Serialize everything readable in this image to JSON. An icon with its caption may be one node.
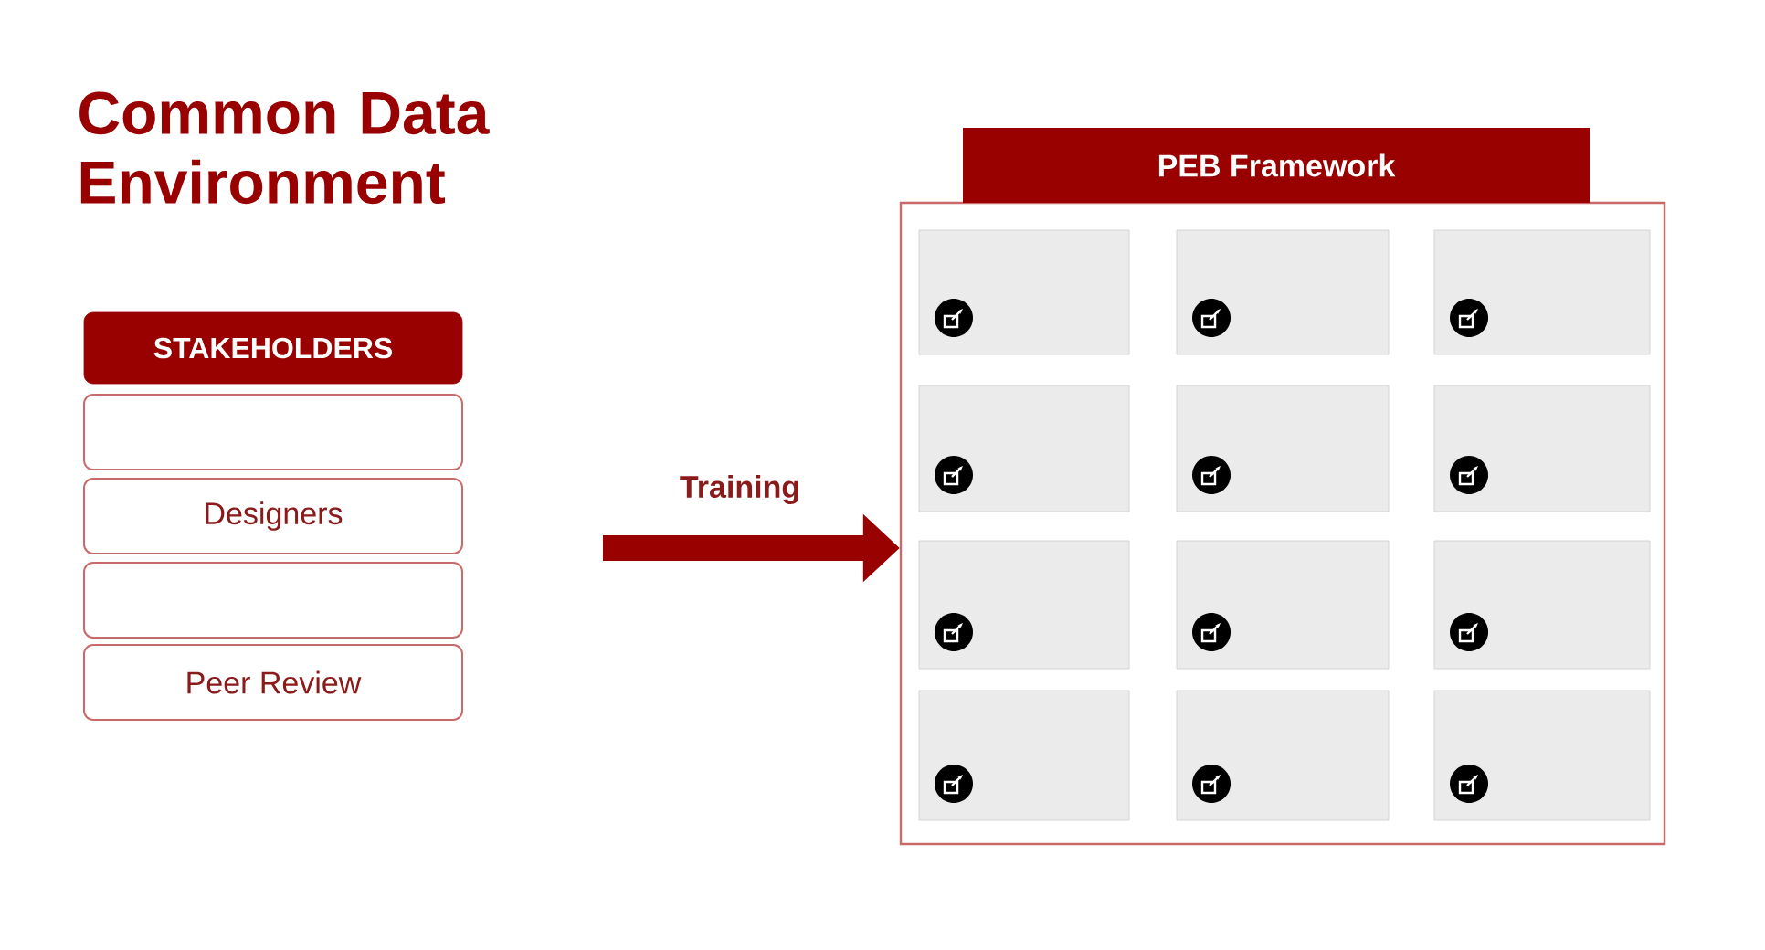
{
  "diagram": {
    "title": "Common Data Environment",
    "nodes": [
      {
        "text": [
          "STAKEHOLDERS"
        ]
      },
      {
        "text": [],
        "shape": "box"
      },
      {
        "text": [
          "Designers"
        ]
      },
      {
        "text": [],
        "shape": "box"
      },
      {
        "text": [
          "Peer Review"
        ]
      },
      {
        "text": [
          "PEB Framework"
        ]
      },
      {
        "text": [],
        "shape": "picture",
        "in": 5
      },
      {
        "text": [],
        "shape": "picture",
        "in": 5
      },
      {
        "text": [],
        "shape": "picture",
        "in": 5
      },
      {
        "text": [],
        "shape": "picture",
        "in": 5
      },
      {
        "text": [],
        "shape": "picture",
        "in": 5
      },
      {
        "text": [],
        "shape": "picture",
        "in": 5
      },
      {
        "text": [],
        "shape": "picture",
        "in": 5
      },
      {
        "text": [],
        "shape": "picture",
        "in": 5
      },
      {
        "text": [],
        "shape": "picture",
        "in": 5
      },
      {
        "text": [],
        "shape": "picture",
        "in": 5
      },
      {
        "text": [],
        "shape": "picture",
        "in": 5
      },
      {
        "text": [],
        "shape": "picture",
        "in": 5
      }
    ],
    "edges": [
      {
        "from": null,
        "to": 5,
        "arrow": "to",
        "label": "Training"
      }
    ]
  }
}
